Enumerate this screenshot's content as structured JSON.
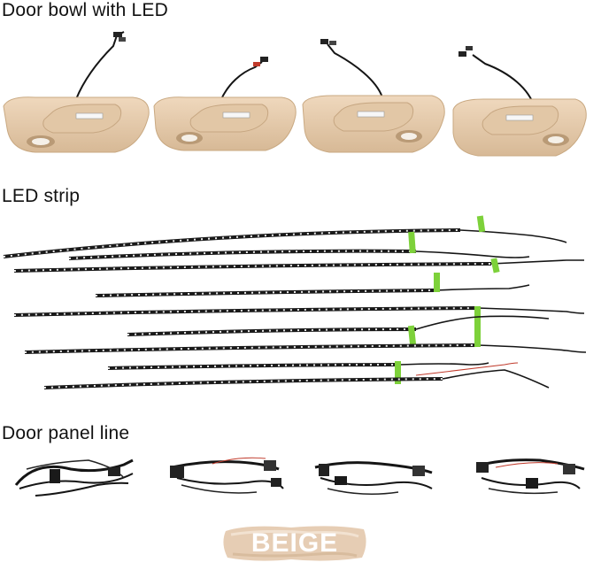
{
  "sections": {
    "door_bowl": {
      "title": "Door bowl with LED"
    },
    "led_strip": {
      "title": "LED strip"
    },
    "door_panel": {
      "title": "Door panel line"
    }
  },
  "badge": {
    "label": "BEIGE"
  },
  "colors": {
    "beige": "#e8ceb0",
    "beige_shadow": "#cdb08e",
    "cable": "#151515",
    "tape_green": "#7dd13a",
    "badge_bg": "#e6cdb4"
  }
}
